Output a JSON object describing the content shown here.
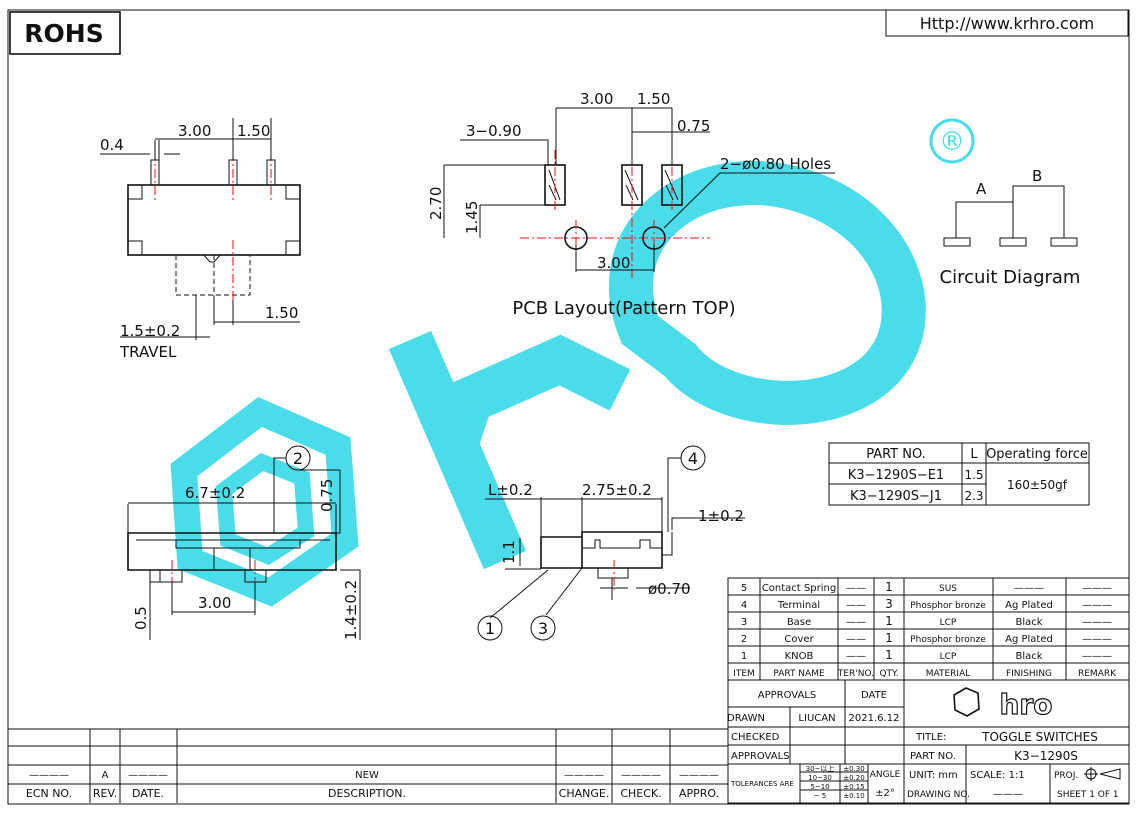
{
  "header": {
    "rohs": "ROHS",
    "url": "Http://www.krhro.com"
  },
  "colors": {
    "watermark": "#2bd6e6",
    "centerline": "#e11111",
    "ink": "#111111"
  },
  "top_view": {
    "dim_04": "0.4",
    "dim_300": "3.00",
    "dim_150": "1.50",
    "dim_150b": "1.50",
    "travel_dim": "1.5±0.2",
    "travel_label": "TRAVEL"
  },
  "pcb": {
    "dim_300": "3.00",
    "dim_150": "1.50",
    "dim_075": "0.75",
    "dim_090": "3−0.90",
    "dim_270": "2.70",
    "dim_145": "1.45",
    "holes": "2−ø0.80 Holes",
    "dim_300b": "3.00",
    "caption": "PCB Layout(Pattern TOP)"
  },
  "circuit": {
    "label_a": "A",
    "label_b": "B",
    "caption": "Circuit Diagram",
    "registered": "®"
  },
  "side_view": {
    "dim_67": "6.7±0.2",
    "dim_075": "0.75",
    "dim_05": "0.5",
    "dim_300": "3.00",
    "dim_14": "1.4±0.2",
    "callout_2": "2"
  },
  "end_view": {
    "dim_L": "L±0.2",
    "dim_275": "2.75±0.2",
    "dim_1": "1±0.2",
    "dim_11": "1.1",
    "dim_070": "ø0.70",
    "callout_1": "1",
    "callout_3": "3",
    "callout_4": "4"
  },
  "part_table": {
    "headers": [
      "PART NO.",
      "L",
      "Operating force"
    ],
    "rows": [
      [
        "K3−1290S−E1",
        "1.5"
      ],
      [
        "K3−1290S−J1",
        "2.3"
      ]
    ],
    "force": "160±50gf"
  },
  "bom": {
    "rows": [
      {
        "item": "5",
        "name": "Contact Spring",
        "ter": "——",
        "qty": "1",
        "mat": "SUS",
        "fin": "———",
        "rem": "———"
      },
      {
        "item": "4",
        "name": "Terminal",
        "ter": "——",
        "qty": "3",
        "mat": "Phosphor bronze",
        "fin": "Ag Plated",
        "rem": "———"
      },
      {
        "item": "3",
        "name": "Base",
        "ter": "——",
        "qty": "1",
        "mat": "LCP",
        "fin": "Black",
        "rem": "———"
      },
      {
        "item": "2",
        "name": "Cover",
        "ter": "——",
        "qty": "1",
        "mat": "Phosphor bronze",
        "fin": "Ag Plated",
        "rem": "———"
      },
      {
        "item": "1",
        "name": "KNOB",
        "ter": "——",
        "qty": "1",
        "mat": "LCP",
        "fin": "Black",
        "rem": "———"
      }
    ],
    "headers": [
      "ITEM",
      "PART NAME",
      "TER'NO.",
      "QTY.",
      "MATERIAL",
      "FINISHING",
      "REMARK"
    ]
  },
  "title_block": {
    "approvals": "APPROVALS",
    "date": "DATE",
    "drawn": "DRAWN",
    "drawn_by": "LIUCAN",
    "drawn_date": "2021.6.12",
    "checked": "CHECKED",
    "approvals2": "APPROVALS",
    "title_lbl": "TITLE:",
    "title": "TOGGLE SWITCHES",
    "partno_lbl": "PART NO.",
    "partno": "K3−1290S",
    "tol_lbl": "TOLERANCES ARE",
    "tol_ranges": [
      "30~以上",
      "10~30",
      "5~10",
      "~ 5"
    ],
    "tol_vals": [
      "±0.30",
      "±0.20",
      "±0.15",
      "±0.10"
    ],
    "angle": "ANGLE",
    "angle_val": "±2°",
    "unit": "UNIT: mm",
    "scale": "SCALE:  1:1",
    "proj": "PROJ.",
    "drawing_no": "DRAWING NO.",
    "drawing_no_val": "———",
    "sheet": "SHEET  1  OF  1",
    "logo": "hro"
  },
  "revision": {
    "rev": "A",
    "new": "NEW",
    "headers": [
      "ECN NO.",
      "REV.",
      "DATE.",
      "DESCRIPTION.",
      "CHANGE.",
      "CHECK.",
      "APPRO."
    ],
    "dash": "————"
  }
}
